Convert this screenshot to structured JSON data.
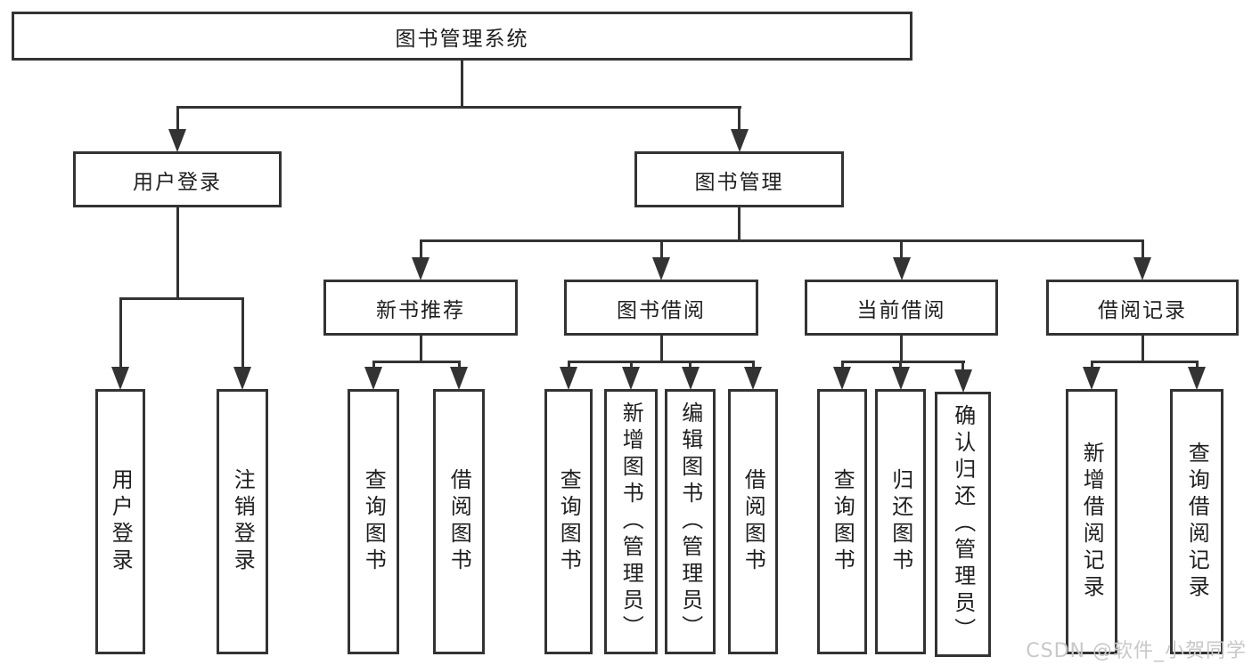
{
  "nodes": {
    "root": "图书管理系统",
    "user_login": "用户登录",
    "book_mgmt": "图书管理",
    "new_book": "新书推荐",
    "book_borrow": "图书借阅",
    "current_borrow": "当前借阅",
    "borrow_records": "借阅记录",
    "leaf_user_login": "用户登录",
    "leaf_logout": "注销登录",
    "nb_query": "查询图书",
    "nb_borrow": "借阅图书",
    "bb_query": "查询图书",
    "bb_add": "新增图书（管理员）",
    "bb_edit": "编辑图书（管理员）",
    "bb_borrow": "借阅图书",
    "cb_query": "查询图书",
    "cb_return": "归还图书",
    "cb_confirm": "确认归还（管理员）",
    "br_add": "新增借阅记录",
    "br_query": "查询借阅记录"
  },
  "hierarchy": {
    "root": [
      "user_login",
      "book_mgmt"
    ],
    "user_login": [
      "leaf_user_login",
      "leaf_logout"
    ],
    "book_mgmt": [
      "new_book",
      "book_borrow",
      "current_borrow",
      "borrow_records"
    ],
    "new_book": [
      "nb_query",
      "nb_borrow"
    ],
    "book_borrow": [
      "bb_query",
      "bb_add",
      "bb_edit",
      "bb_borrow"
    ],
    "current_borrow": [
      "cb_query",
      "cb_return",
      "cb_confirm"
    ],
    "borrow_records": [
      "br_add",
      "br_query"
    ]
  },
  "watermark": "CSDN @软件_小贺同学",
  "colors": {
    "line": "#333333",
    "border": "#333333",
    "fill": "#ffffff",
    "text": "#1f1f1f",
    "watermark": "#c8c8c8",
    "background": "#ffffff"
  }
}
